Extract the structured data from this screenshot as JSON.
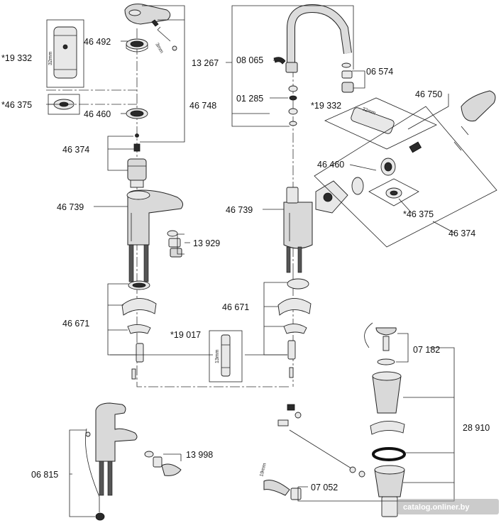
{
  "labels": {
    "l_19332_left": "*19 332",
    "l_46492": "46 492",
    "l_46375_left": "*46 375",
    "l_46460_left": "46 460",
    "l_46748": "46 748",
    "l_46374_left": "46 374",
    "l_46739_left": "46 739",
    "l_13929": "13 929",
    "l_46671_left": "46 671",
    "l_19017": "*19 017",
    "l_06815": "06 815",
    "l_13998": "13 998",
    "l_13267": "13 267",
    "l_08065": "08 065",
    "l_06574": "06 574",
    "l_01285": "01 285",
    "l_19332_right": "*19 332",
    "l_46750": "46 750",
    "l_46460_right": "46 460",
    "l_46375_right": "*46 375",
    "l_46374_right": "46 374",
    "l_46739_right": "46 739",
    "l_46671_right": "46 671",
    "l_07182": "07 182",
    "l_28910": "28 910",
    "l_07052": "07 052"
  },
  "dimensions": {
    "d_32mm_left": "32mm",
    "d_32mm_right": "32mm",
    "d_3mm": "3mm",
    "d_13mm": "13mm",
    "d_19mm": "19mm"
  },
  "watermark": "catalog.onliner.by"
}
